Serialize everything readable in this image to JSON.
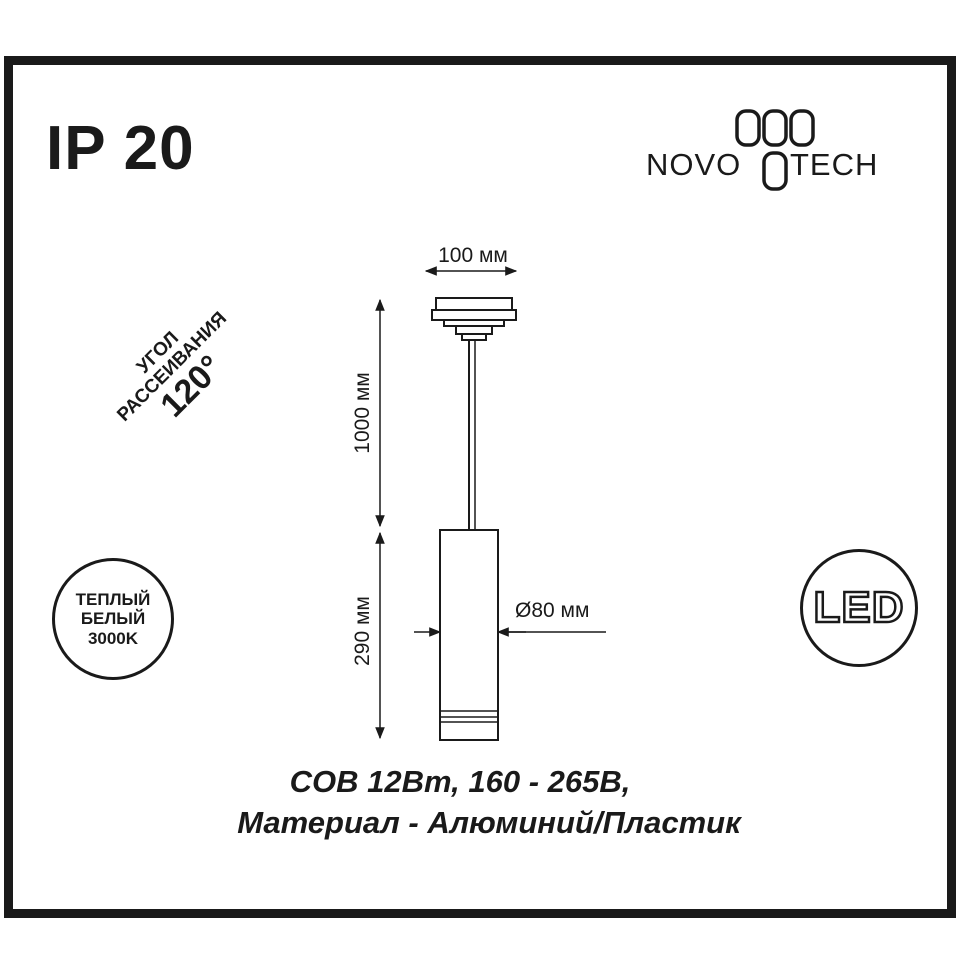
{
  "rating": "IP 20",
  "brand": {
    "left": "NOVO",
    "right": "TECH"
  },
  "dimensions": {
    "width": "100 мм",
    "cable_length": "1000 мм",
    "body_height": "290 мм",
    "diameter": "Ø80 мм"
  },
  "beam_angle": {
    "line1": "УГОЛ",
    "line2": "РАССЕИВАНИЯ",
    "line3": "120°"
  },
  "color_temp": {
    "line1": "ТЕПЛЫЙ",
    "line2": "БЕЛЫЙ",
    "line3": "3000K"
  },
  "led_badge": "LED",
  "specs": {
    "line1": "COB 12Вт, 160 - 265В,",
    "line2": "Материал - Алюминий/Пластик"
  }
}
